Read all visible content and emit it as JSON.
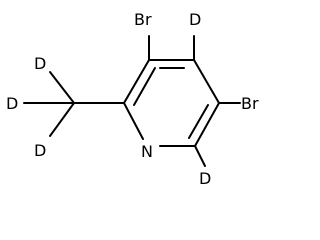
{
  "molecule": {
    "labels": {
      "br_top": "Br",
      "d_top": "D",
      "br_right": "Br",
      "n": "N",
      "d_bottom": "D",
      "cd3_d_top": "D",
      "cd3_d_left": "D",
      "cd3_d_bottom": "D"
    }
  }
}
